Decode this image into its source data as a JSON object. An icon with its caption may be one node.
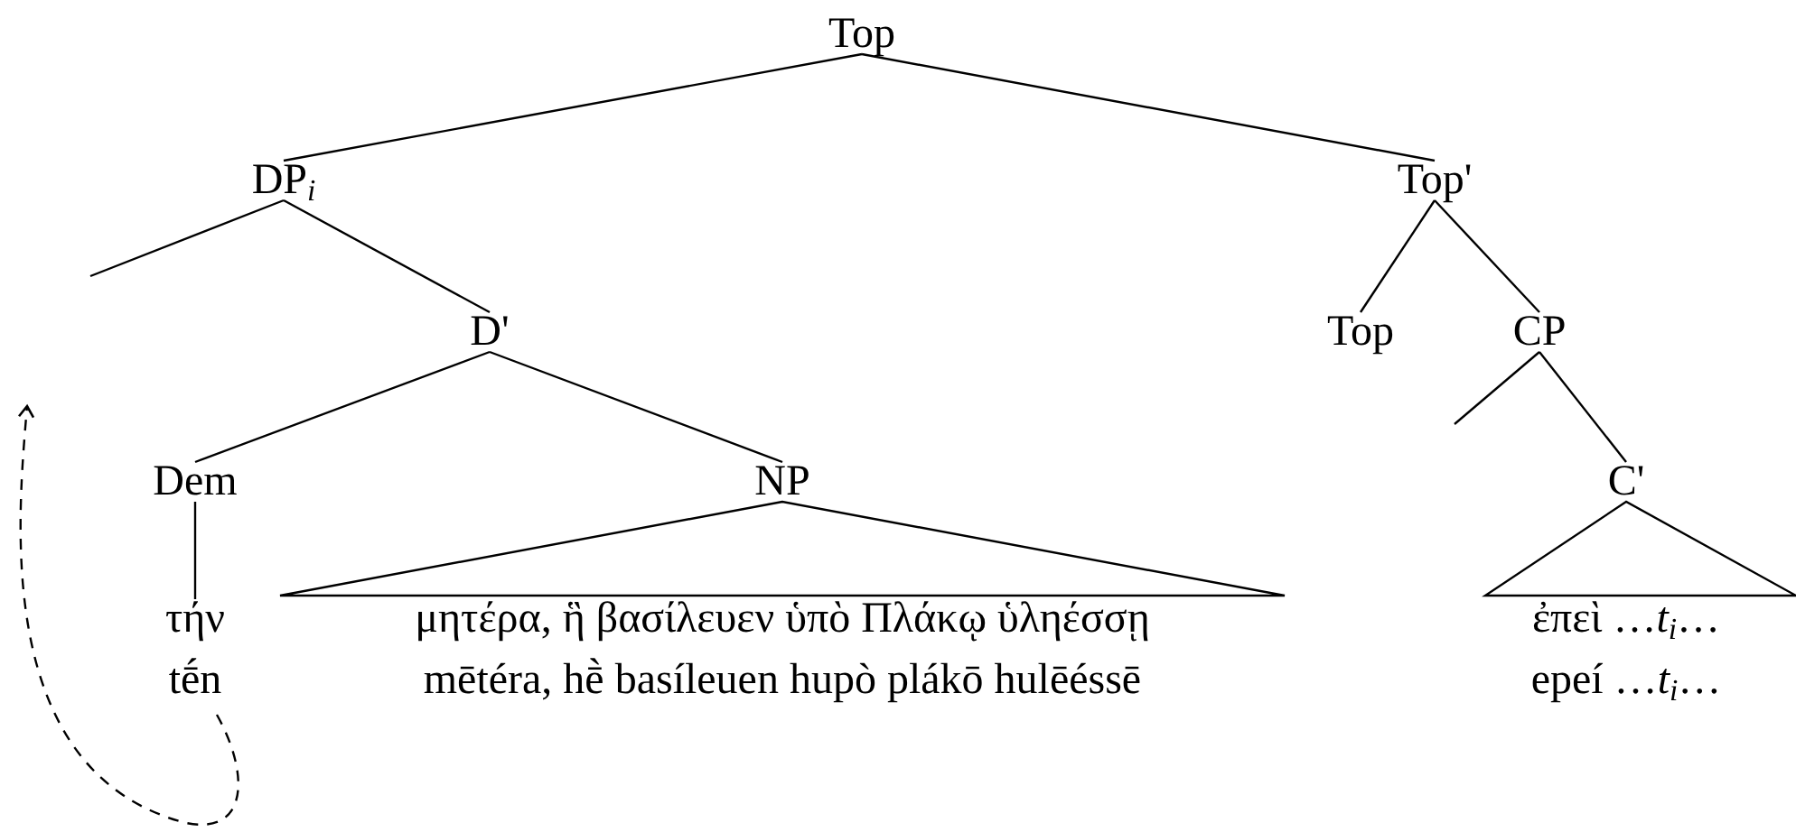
{
  "diagram": {
    "nodes": [
      {
        "text": [
          "Top"
        ]
      },
      {
        "text": [
          "DP$_{i}$"
        ]
      },
      {
        "text": [
          "Top'"
        ]
      },
      {
        "text": [
          "D'"
        ]
      },
      {
        "text": [
          "Top"
        ]
      },
      {
        "text": [
          "CP"
        ]
      },
      {
        "text": [
          "Dem"
        ]
      },
      {
        "text": [
          "NP"
        ]
      },
      {
        "text": [
          "C'"
        ]
      },
      {
        "text": [
          "τήν",
          "tḗn"
        ]
      },
      {
        "text": [
          "μητέρα, ἣ βασίλευεν ὑπὸ Πλάκῳ ὑληέσσῃ",
          "mētéra, hḕ basíleuen hupò plákō hulēéssē"
        ]
      },
      {
        "text": [
          "ἐπεὶ …*t*$_{i}$…",
          "epeí …*t*$_{i}$…"
        ]
      }
    ],
    "edges": [
      {
        "from": 0,
        "to": 1,
        "arrow": "none"
      },
      {
        "from": 0,
        "to": 2,
        "arrow": "none"
      },
      {
        "from": 1,
        "to": null,
        "arrow": "none"
      },
      {
        "from": 1,
        "to": 3,
        "arrow": "none"
      },
      {
        "from": 2,
        "to": 4,
        "arrow": "none"
      },
      {
        "from": 2,
        "to": 5,
        "arrow": "none"
      },
      {
        "from": 3,
        "to": 6,
        "arrow": "none"
      },
      {
        "from": 3,
        "to": 7,
        "arrow": "none"
      },
      {
        "from": 5,
        "to": null,
        "arrow": "none"
      },
      {
        "from": 5,
        "to": 8,
        "arrow": "none"
      },
      {
        "from": 6,
        "to": 9,
        "arrow": "none"
      },
      {
        "from": 7,
        "to": 10,
        "arrow": "none"
      },
      {
        "from": 8,
        "to": 11,
        "arrow": "none"
      },
      {
        "from": 9,
        "to": null,
        "arrow": "to",
        "style": "dashed"
      }
    ]
  }
}
